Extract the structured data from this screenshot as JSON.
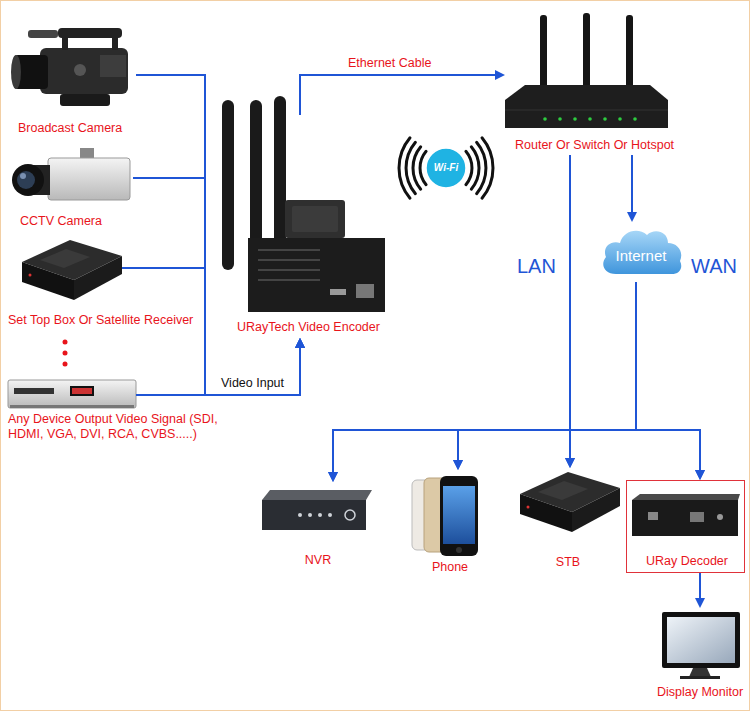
{
  "diagram": {
    "nodes": [
      {
        "text": [
          "Broadcast Camera"
        ]
      },
      {
        "text": [
          "CCTV Camera"
        ]
      },
      {
        "text": [
          "Set Top Box Or Satellite Receiver"
        ]
      },
      {
        "text": [
          "Any Device Output Video Signal (SDI, HDMI, VGA, DVI, RCA, CVBS.....)"
        ]
      },
      {
        "text": [
          "URayTech Video Encoder"
        ]
      },
      {
        "text": [
          "Router Or Switch Or Hotspot"
        ]
      },
      {
        "text": [
          "Internet"
        ]
      },
      {
        "text": [
          "NVR"
        ]
      },
      {
        "text": [
          "Phone"
        ]
      },
      {
        "text": [
          "STB"
        ]
      },
      {
        "text": [
          "URay Decoder"
        ]
      },
      {
        "text": [
          "Display Monitor"
        ]
      }
    ],
    "edges": [
      {
        "from": 0,
        "to": 4,
        "arrow": "to"
      },
      {
        "from": 1,
        "to": 4,
        "arrow": "to"
      },
      {
        "from": 2,
        "to": 4,
        "arrow": "to"
      },
      {
        "from": 3,
        "to": 4,
        "label": "Video Input",
        "arrow": "to"
      },
      {
        "from": 4,
        "to": 5,
        "label": "Ethernet Cable",
        "arrow": "to"
      },
      {
        "from": 5,
        "to": 6,
        "arrow": "to"
      },
      {
        "from": 5,
        "to": 7,
        "arrow": "to"
      },
      {
        "from": 5,
        "to": 8,
        "arrow": "to"
      },
      {
        "from": 5,
        "to": 9,
        "label": "LAN",
        "arrow": "to"
      },
      {
        "from": 5,
        "to": 10,
        "arrow": "to"
      },
      {
        "from": 6,
        "to": 7,
        "arrow": "to"
      },
      {
        "from": 6,
        "to": 8,
        "arrow": "to"
      },
      {
        "from": 6,
        "to": 9,
        "arrow": "to"
      },
      {
        "from": 6,
        "to": 10,
        "label": "WAN",
        "arrow": "to"
      },
      {
        "from": 10,
        "to": 11,
        "arrow": "to"
      }
    ],
    "labels": [
      "Wi-Fi"
    ]
  }
}
